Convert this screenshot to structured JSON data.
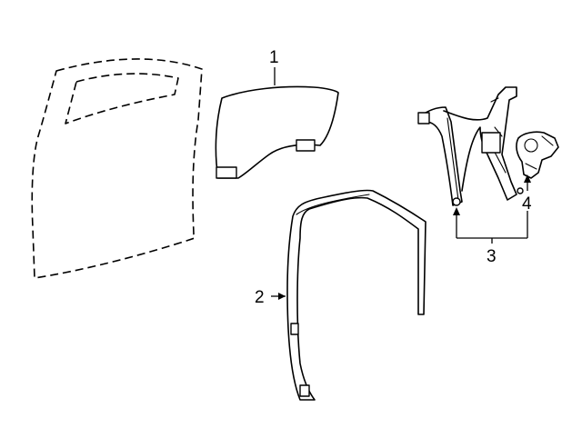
{
  "diagram": {
    "callouts": [
      {
        "id": "1",
        "label": "1"
      },
      {
        "id": "2",
        "label": "2"
      },
      {
        "id": "3",
        "label": "3"
      },
      {
        "id": "4",
        "label": "4"
      }
    ],
    "parts": [
      {
        "callout": "1",
        "icon": "door-glass"
      },
      {
        "callout": "2",
        "icon": "glass-run-channel"
      },
      {
        "callout": "3",
        "icon": "window-regulator"
      },
      {
        "callout": "4",
        "icon": "window-motor"
      }
    ],
    "reference_outline": "front-door-shell-dashed",
    "colors": {
      "line": "#000000",
      "background": "#ffffff"
    }
  }
}
